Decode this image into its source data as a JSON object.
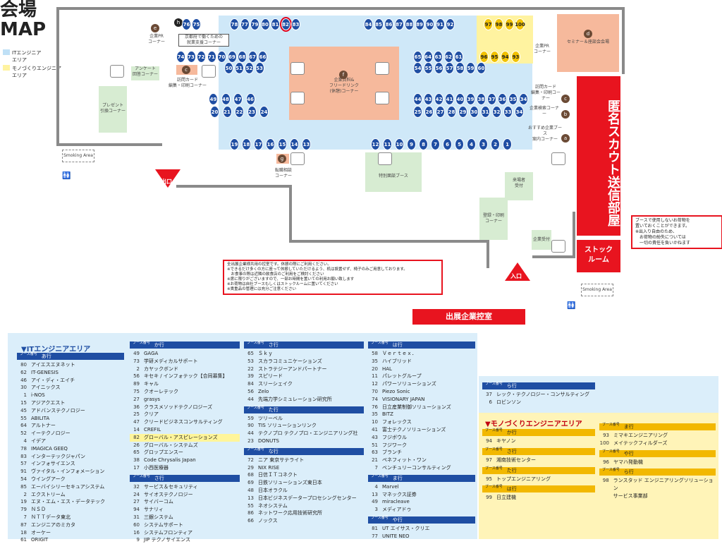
{
  "map": {
    "title_line1": "会場",
    "title_line2": "MAP",
    "legend": [
      {
        "label": "ITエンジニア\nエリア",
        "color": "#bfe0f6"
      },
      {
        "label": "モノづくりエンジニア\nエリア",
        "color": "#fff3a0"
      }
    ],
    "zones": {
      "kyoto": "京都府で働くための\n就業支援コーナー",
      "company_pr_left": "企業PR\nコーナー",
      "questionnaire": "アンケート\n回答コーナー",
      "visit_card_left": "訪問カード\n編集・印刷コーナー",
      "present": "プレゼント\n引換コーナー",
      "materials": "企業資料&\nフリードリンク\n(休憩)コーナー",
      "seminar": "セミナー＆座談会会場",
      "company_pr_right": "企業PR\nコーナー",
      "visit_card_right": "訪問カード\n編集・印刷コーナー",
      "company_search": "企業検索コーナー",
      "recommend": "おすすめ企業ブース\n案内コーナー",
      "transfer": "転職相談\nコーナー",
      "special": "特別面談ブース",
      "guest": "来場者\n受付",
      "register": "登録・印刷\nコーナー",
      "company_reception": "企業受付",
      "smoking_left": "Smoking Area",
      "smoking_right": "Smoking Area"
    },
    "labels": {
      "exit": "出口",
      "entrance": "入口",
      "scout_room": "匿名スカウト送信部屋",
      "stock_room": "ストック\nルーム",
      "exhibitor_room": "出展企業控室"
    },
    "notes": {
      "stock": "ブースで使用しないお荷物を\n置いておくことができます。\n※出入り自由のため、\n　お荷物の紛失については\n　一切の責任を負いかねます",
      "exhibitor": "全出展企業様共用の控室です。休憩の際にご利用ください。\n※できるだけ多くの方に座って休憩していただけるよう、机は設置せず、椅子のみご用意しております。\n　お食事の際は近隣の飲食店のご利用をご検討ください\n※席に限りがございますので、一部お時間を置いての利用お願い致します\n※お荷物は自社ブースもしくはストックルームに置いてください\n※貴重品の管理には充分ご注意ください"
    },
    "zone_letters": [
      "a",
      "b",
      "c",
      "d",
      "e",
      "f",
      "g",
      "h"
    ]
  },
  "list": {
    "it_title": "▼ITエンジニアエリア",
    "mono_title": "▼モノづくりエンジニアエリア",
    "col_tag": "ブース\n番号",
    "columns": [
      {
        "groups": [
          {
            "head": "あ行",
            "rows": [
              [
                "80",
                "アイエスエヌネット"
              ],
              [
                "62",
                "IT-GENESIS"
              ],
              [
                "46",
                "アイ・ディ・エイチ"
              ],
              [
                "30",
                "アイニックス"
              ],
              [
                "1",
                "i-NOS"
              ],
              [
                "15",
                "アジアクエスト"
              ],
              [
                "45",
                "アドバンステクノロジー"
              ],
              [
                "55",
                "ABILITA"
              ],
              [
                "64",
                "アルトナー"
              ],
              [
                "52",
                "イーテクノロジー"
              ],
              [
                "4",
                "イデア"
              ],
              [
                "78",
                "IMAGICA GEEQ"
              ],
              [
                "83",
                "インターテックジャパン"
              ],
              [
                "57",
                "インフォサイエンス"
              ],
              [
                "91",
                "ヴァイタル・インフォメーション"
              ],
              [
                "54",
                "ウイングアーク"
              ],
              [
                "85",
                "エーバイシリーセキュアシステム"
              ],
              [
                "2",
                "エクストリーム"
              ],
              [
                "19",
                "エヌ・エム・エス・データテック"
              ],
              [
                "79",
                "ＮＳＤ"
              ],
              [
                "7",
                "ＮＴＴデータ東北"
              ],
              [
                "87",
                "エンジニアのミカタ"
              ],
              [
                "18",
                "オーケー"
              ],
              [
                "61",
                "ORIGIT"
              ]
            ]
          }
        ]
      },
      {
        "groups": [
          {
            "head": "か行",
            "rows": [
              [
                "49",
                "GAGA"
              ],
              [
                "73",
                "学研メディカルサポート"
              ],
              [
                "2",
                "カヤックボンド"
              ],
              [
                "56",
                "キセキ / インフォテック【合同募集】"
              ],
              [
                "89",
                "キャル"
              ],
              [
                "75",
                "クオーレテック"
              ],
              [
                "27",
                "grasys"
              ],
              [
                "36",
                "クラスメソッドテクノロジーズ"
              ],
              [
                "25",
                "クリア"
              ],
              [
                "47",
                "クリードビジネスコンサルティング"
              ],
              [
                "14",
                "CREFIL"
              ],
              [
                "82",
                "グローバル・アスピレーションズ"
              ],
              [
                "26",
                "グローバル・システムズ"
              ],
              [
                "65",
                "グロップエンスー"
              ],
              [
                "38",
                "Code Chrysalis Japan"
              ],
              [
                "17",
                "小西医療器"
              ]
            ]
          },
          {
            "head": "さ行",
            "rows": [
              [
                "32",
                "サービス＆セキュリティ"
              ],
              [
                "24",
                "サイオステクノロジー"
              ],
              [
                "27",
                "サイバーコム"
              ],
              [
                "94",
                "サナリィ"
              ],
              [
                "31",
                "三銀システム"
              ],
              [
                "60",
                "システムサポート"
              ],
              [
                "16",
                "システムフロンティア"
              ],
              [
                "9",
                "JIP テクノサイエンス"
              ]
            ]
          }
        ]
      },
      {
        "groups": [
          {
            "head": "さ行",
            "rows": [
              [
                "65",
                "Ｓｋｙ"
              ],
              [
                "53",
                "スカラコミュニケーションズ"
              ],
              [
                "22",
                "ストラテジーアンドパートナー"
              ],
              [
                "39",
                "スピリード"
              ],
              [
                "84",
                "スリーシェイク"
              ],
              [
                "56",
                "Zelo"
              ],
              [
                "44",
                "先端力学シミュレーション研究所"
              ]
            ]
          },
          {
            "head": "た行",
            "rows": [
              [
                "59",
                "ツリーベル"
              ],
              [
                "90",
                "TIS ソリューションリンク"
              ],
              [
                "44",
                "テクノプロ テクノプロ・エンジニアリング社"
              ],
              [
                "23",
                "DONUTS"
              ]
            ]
          },
          {
            "head": "な行",
            "rows": [
              [
                "72",
                "ニア 東京サテライト"
              ],
              [
                "29",
                "NIX RISE"
              ],
              [
                "68",
                "日信ＩＴコネクト"
              ],
              [
                "69",
                "日鉄ソリューションズ東日本"
              ],
              [
                "48",
                "日本オラクル"
              ],
              [
                "13",
                "日本ビジネスデータープロセシングセンター"
              ],
              [
                "55",
                "ネオシステム"
              ],
              [
                "86",
                "ネットワーク応用技術研究所"
              ],
              [
                "66",
                "ノックス"
              ]
            ]
          }
        ]
      },
      {
        "groups": [
          {
            "head": "は行",
            "rows": [
              [
                "58",
                "Ｖｅｒｔｅｘ．"
              ],
              [
                "35",
                "ハイブリッド"
              ],
              [
                "20",
                "HAL"
              ],
              [
                "11",
                "パレットグループ"
              ],
              [
                "12",
                "パワーソリューションズ"
              ],
              [
                "70",
                "Piezo Sonic"
              ],
              [
                "74",
                "VISIONARY JAPAN"
              ],
              [
                "76",
                "日立産業制御ソリューションズ"
              ],
              [
                "35",
                "BITZ"
              ],
              [
                "10",
                "フォレックス"
              ],
              [
                "41",
                "富士テクノソリューションズ"
              ],
              [
                "43",
                "フジボウル"
              ],
              [
                "51",
                "フジワーク"
              ],
              [
                "63",
                "ブランチ"
              ],
              [
                "21",
                "ペネフィット・ワン"
              ],
              [
                "7",
                "ベンチュリーコンサルティング"
              ]
            ]
          },
          {
            "head": "ま行",
            "rows": [
              [
                "4",
                "Marvel"
              ],
              [
                "13",
                "マネックス証券"
              ],
              [
                "49",
                "miracleave"
              ],
              [
                "3",
                "メディアドゥ"
              ]
            ]
          },
          {
            "head": "や行",
            "rows": [
              [
                "81",
                "UT エイサス・クリエ"
              ],
              [
                "77",
                "UNITE NEO"
              ]
            ]
          }
        ]
      }
    ],
    "ra_group": {
      "head": "ら行",
      "rows": [
        [
          "37",
          "レック・テクノロジー・コンサルティング"
        ],
        [
          "6",
          "ロビンソン"
        ]
      ]
    },
    "mono_left": [
      {
        "head": "か行",
        "rows": [
          [
            "94",
            "キヤノン"
          ]
        ]
      },
      {
        "head": "さ行",
        "rows": [
          [
            "97",
            "湘南技術センター"
          ]
        ]
      },
      {
        "head": "た行",
        "rows": [
          [
            "95",
            "トップエンジニアリング"
          ]
        ]
      },
      {
        "head": "は行",
        "rows": [
          [
            "99",
            "日立建機"
          ]
        ]
      }
    ],
    "mono_right": [
      {
        "head": "ま行",
        "rows": [
          [
            "93",
            "ミマキエンジニアリング"
          ],
          [
            "100",
            "メイテックフィルダーズ"
          ]
        ]
      },
      {
        "head": "や行",
        "rows": [
          [
            "96",
            "ヤマハ発動機"
          ]
        ]
      },
      {
        "head": "ら行",
        "rows": [
          [
            "98",
            "ランスタッド エンジニアリングソリューション\nサービス事業部"
          ]
        ]
      }
    ]
  },
  "colors": {
    "it_blue": "#1f4ea3",
    "it_area": "#bfe0f6",
    "mono_area": "#fff3a0",
    "red": "#e8141f",
    "booth_yellow": "#f2c200"
  }
}
